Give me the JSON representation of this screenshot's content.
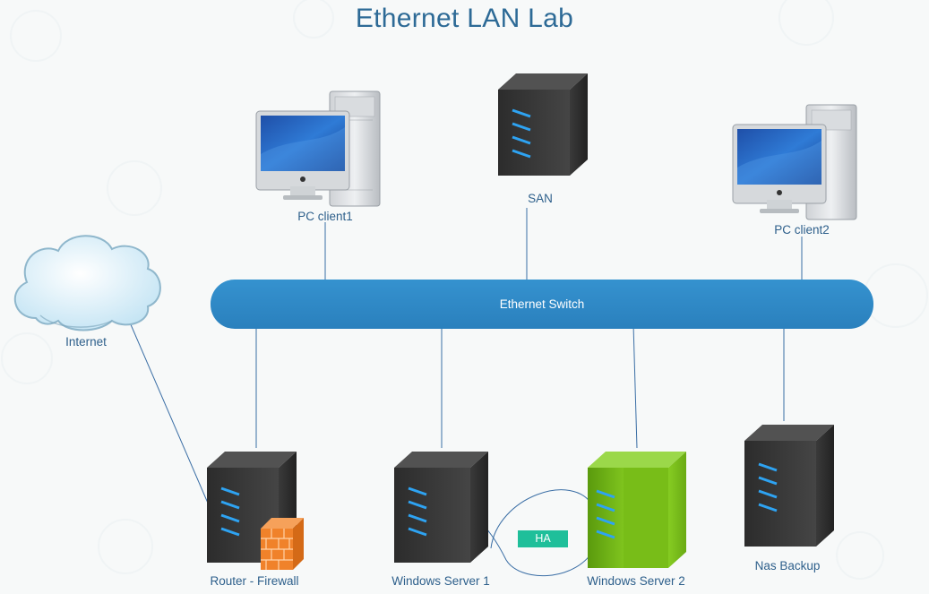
{
  "title": "Ethernet LAN Lab",
  "switch": {
    "label": "Ethernet Switch",
    "color": "#2d87c3"
  },
  "nodes": {
    "pc_client1": {
      "label": "PC client1"
    },
    "san": {
      "label": "SAN"
    },
    "pc_client2": {
      "label": "PC client2"
    },
    "internet": {
      "label": "Internet"
    },
    "router": {
      "label": "Router - Firewall"
    },
    "win_server1": {
      "label": "Windows Server 1"
    },
    "win_server2": {
      "label": "Windows Server 2"
    },
    "nas_backup": {
      "label": "Nas Backup"
    }
  },
  "ha": {
    "label": "HA",
    "color": "#1fbf9a"
  },
  "colors": {
    "line": "#3a6ea5",
    "server_dark": "#3b3b3b",
    "server_green": "#7cc21a",
    "led": "#2ea3f2",
    "firewall": "#f0822a"
  }
}
